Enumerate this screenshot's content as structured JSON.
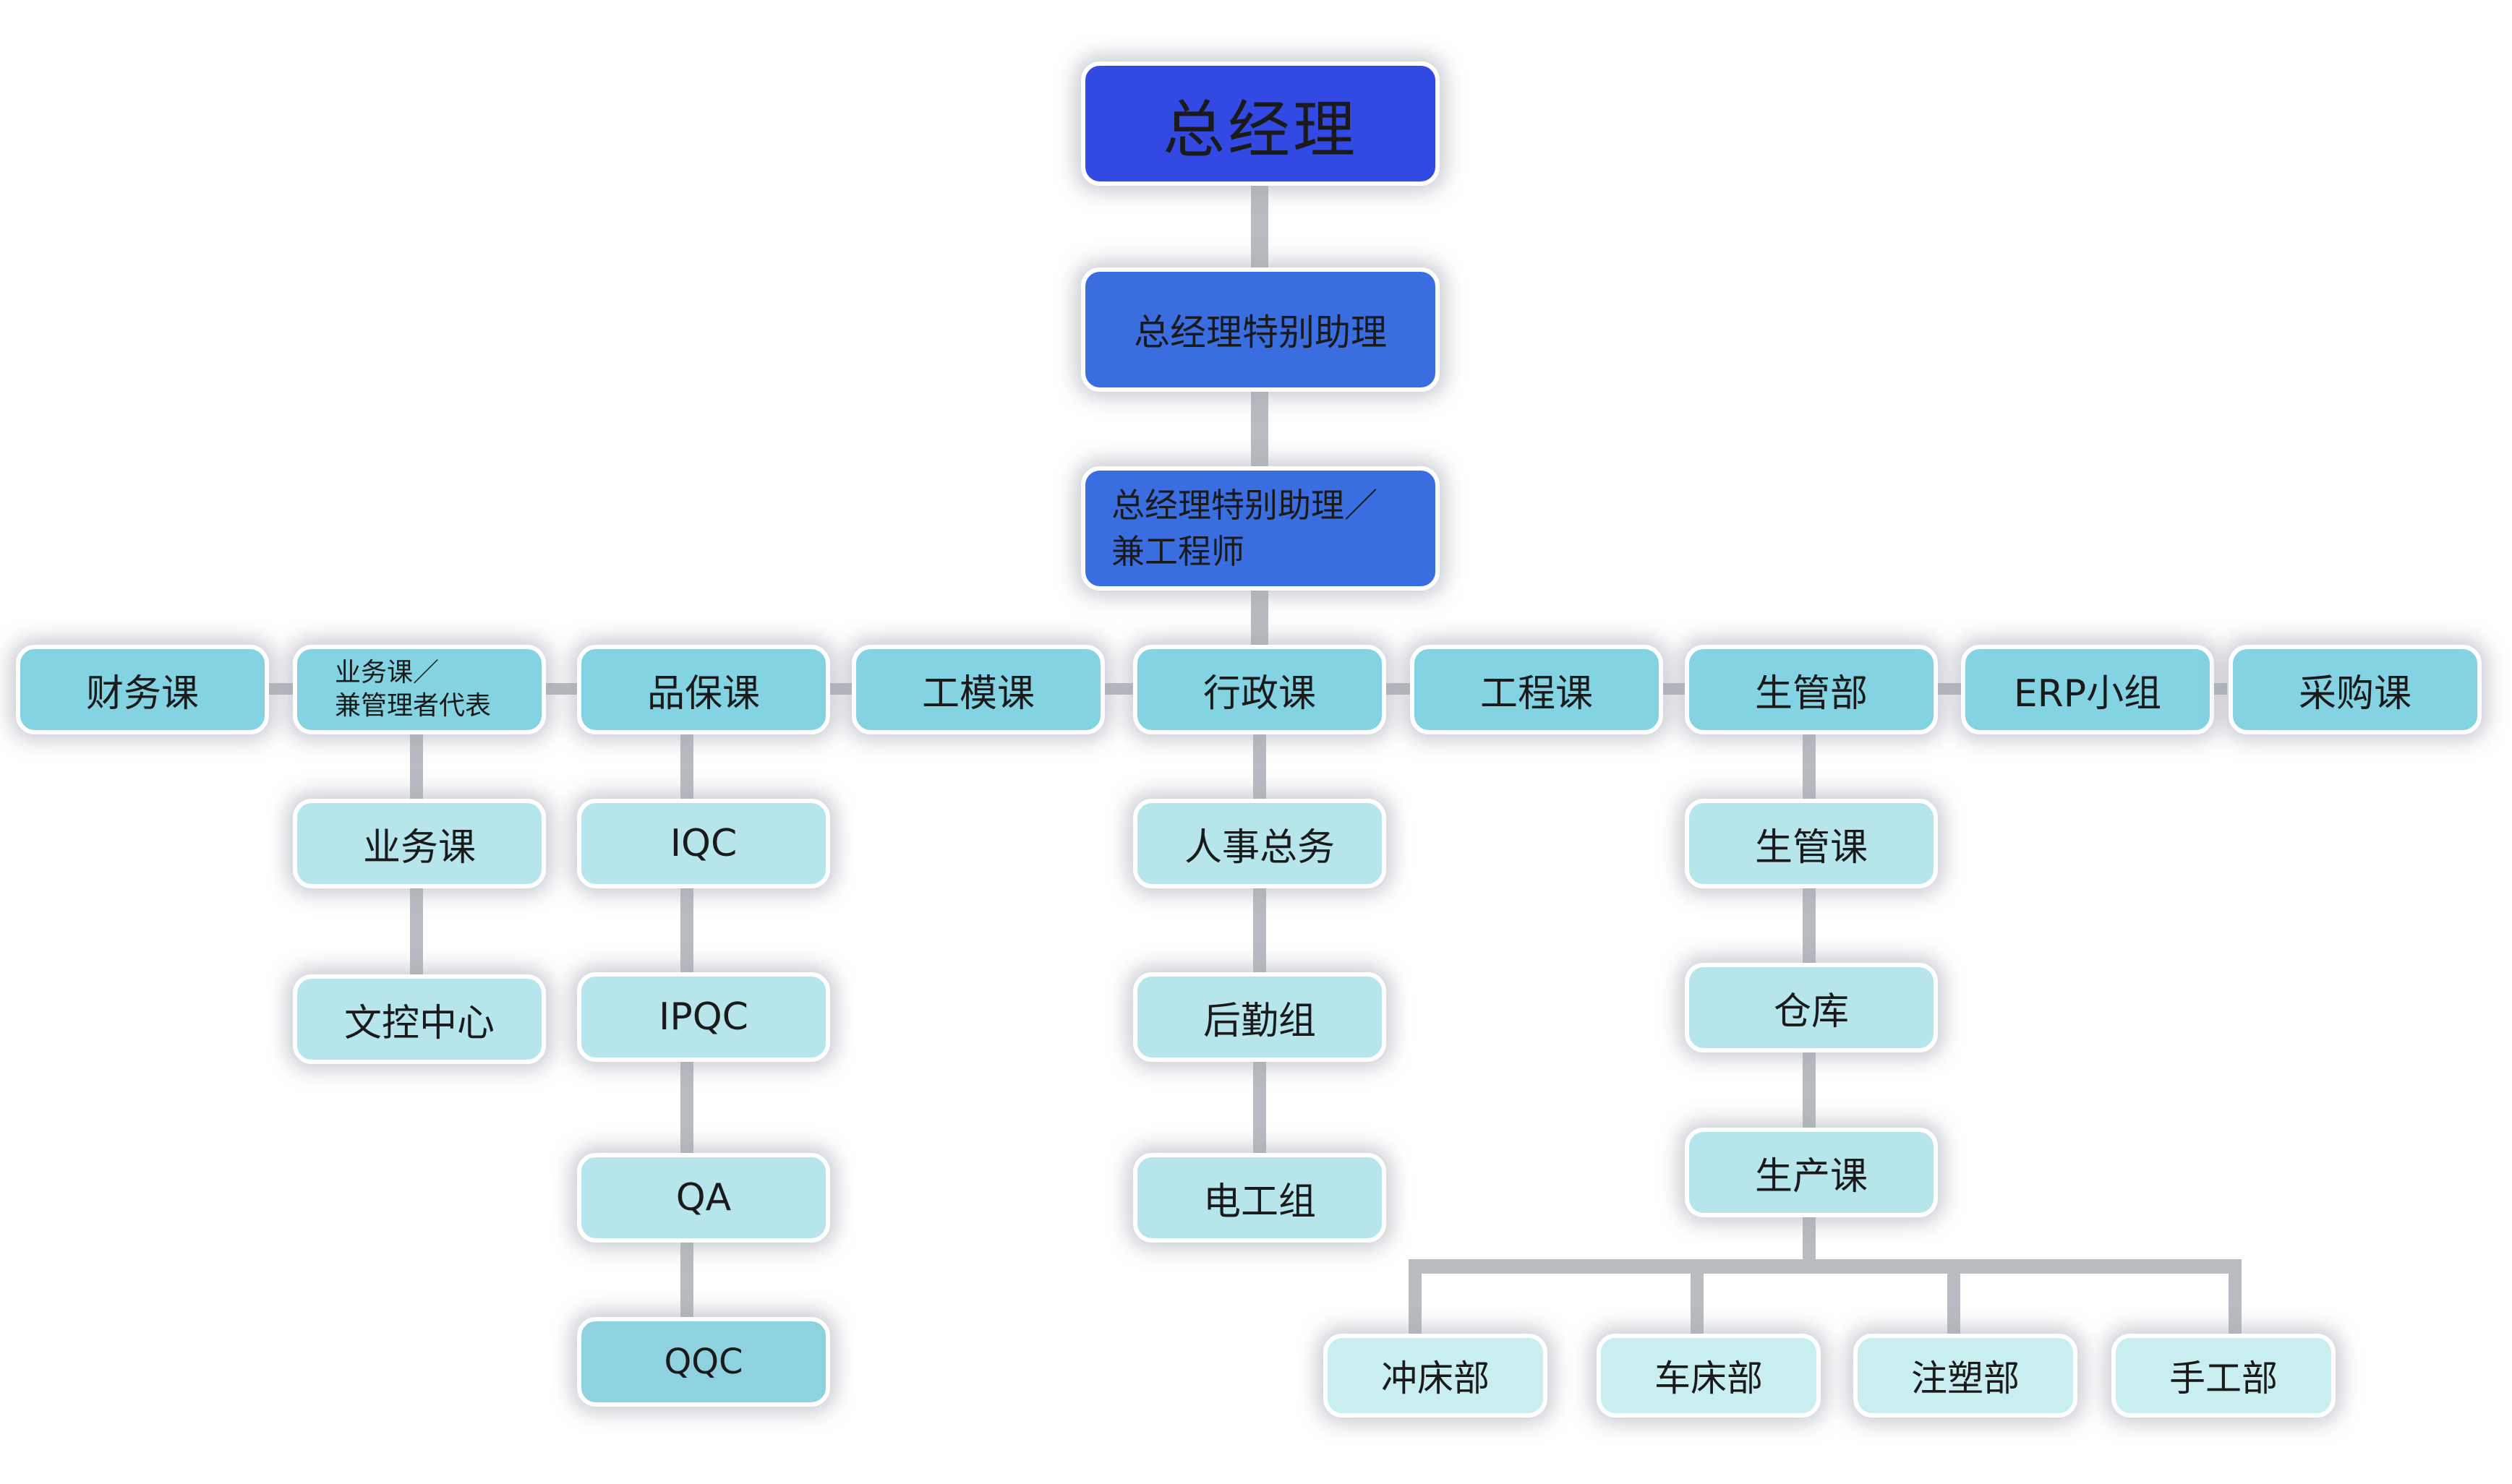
{
  "root": {
    "label": "总经理"
  },
  "assistant": {
    "label": "总经理特别助理"
  },
  "assistant_engineer": {
    "label": "总经理特别助理／\n兼工程师"
  },
  "departments": [
    {
      "label": "财务课"
    },
    {
      "label": "业务课／\n兼管理者代表"
    },
    {
      "label": "品保课"
    },
    {
      "label": "工模课"
    },
    {
      "label": "行政课"
    },
    {
      "label": "工程课"
    },
    {
      "label": "生管部"
    },
    {
      "label": "ERP小组"
    },
    {
      "label": "采购课"
    }
  ],
  "business_children": [
    {
      "label": "业务课"
    },
    {
      "label": "文控中心"
    }
  ],
  "qa_children": [
    {
      "label": "IQC"
    },
    {
      "label": "IPQC"
    },
    {
      "label": "QA"
    },
    {
      "label": "QQC"
    }
  ],
  "admin_children": [
    {
      "label": "人事总务"
    },
    {
      "label": "后勤组"
    },
    {
      "label": "电工组"
    }
  ],
  "production_children": [
    {
      "label": "生管课"
    },
    {
      "label": "仓库"
    },
    {
      "label": "生产课"
    }
  ],
  "workshops": [
    {
      "label": "冲床部"
    },
    {
      "label": "车床部"
    },
    {
      "label": "注塑部"
    },
    {
      "label": "手工部"
    }
  ]
}
